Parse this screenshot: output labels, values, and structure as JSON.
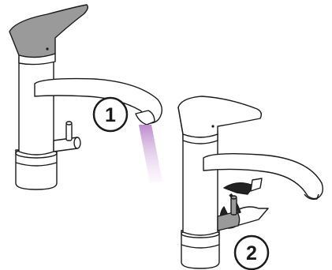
{
  "callouts": [
    {
      "id": "1",
      "label": "1"
    },
    {
      "id": "2",
      "label": "2"
    }
  ],
  "colors": {
    "outline": "#1a1a1a",
    "body_fill": "#ffffff",
    "lever_fill": "#9a9a9a",
    "spray": "#c9a3d6",
    "mount_dark": "#222222"
  }
}
